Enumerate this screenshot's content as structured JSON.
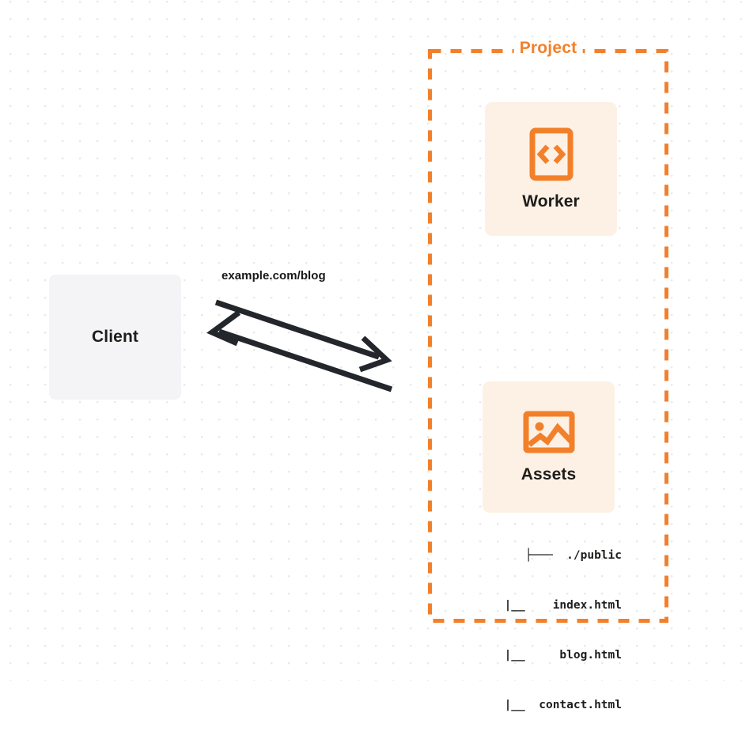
{
  "diagram": {
    "background": {
      "style": "dotted-grid",
      "dot_color": "#e9e9eb",
      "page_color": "#ffffff"
    },
    "colors": {
      "accent": "#f2802a",
      "card_fill": "#fdf1e5",
      "client_fill": "#f4f4f6",
      "text": "#1d1d1b",
      "stroke": "#23262b"
    },
    "client": {
      "label": "Client"
    },
    "connection": {
      "label": "example.com/blog",
      "request_arrow": "arrow-right-down",
      "response_arrow": "arrow-left-up"
    },
    "project": {
      "title": "Project",
      "nodes": [
        {
          "id": "worker",
          "label": "Worker",
          "icon": "code-brackets-icon"
        },
        {
          "id": "assets",
          "label": "Assets",
          "icon": "image-picture-icon"
        }
      ],
      "file_tree": {
        "rows": [
          "├───  ./public",
          "   |__    index.html",
          "   |__     blog.html",
          "   |__  contact.html"
        ]
      }
    }
  }
}
